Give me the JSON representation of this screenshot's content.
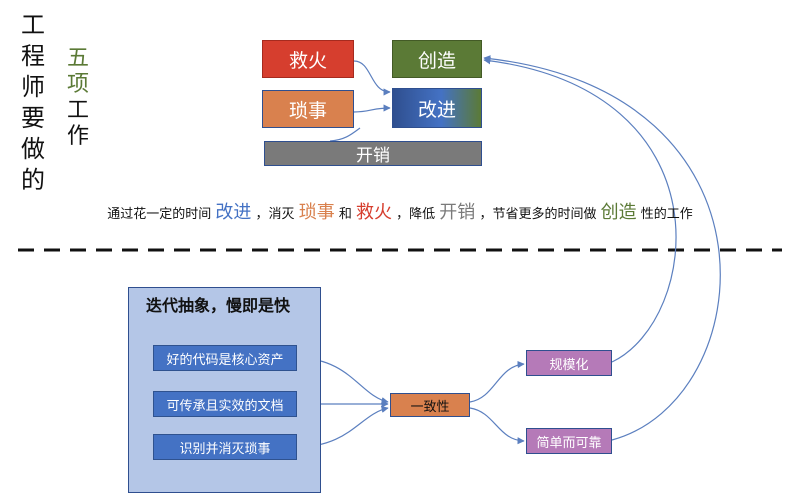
{
  "title": {
    "vertical_main": [
      "工",
      "程",
      "师",
      "要",
      "做",
      "的"
    ],
    "vertical_sub_a": [
      "五",
      "项"
    ],
    "vertical_sub_b": [
      "工",
      "作"
    ]
  },
  "top_boxes": {
    "jiuhuo": "救火",
    "chuangzao": "创造",
    "suoshi": "琐事",
    "gaijin": "改进",
    "kaixiao": "开销"
  },
  "sentence": {
    "p1": "通过花一定的时间",
    "w1": "改进",
    "p2": "，消灭",
    "w2": "琐事",
    "p3": "和",
    "w3": "救火",
    "p4": "，降低",
    "w4": "开销",
    "p5": "，节省更多的时间做",
    "w5": "创造",
    "p6": "性的工作"
  },
  "panel": {
    "title": "迭代抽象，慢即是快",
    "items": [
      "好的代码是核心资产",
      "可传承且实效的文档",
      "识别并消灭琐事"
    ]
  },
  "nodes": {
    "consistency": "一致性",
    "scale": "规模化",
    "simple": "简单而可靠"
  },
  "colors": {
    "red": "#d63e2e",
    "green": "#5b7a36",
    "orange": "#d9814e",
    "gray": "#7a7a7a",
    "blue": "#4472c4",
    "purple": "#b57ab8",
    "navy": "#2f4f8f"
  }
}
